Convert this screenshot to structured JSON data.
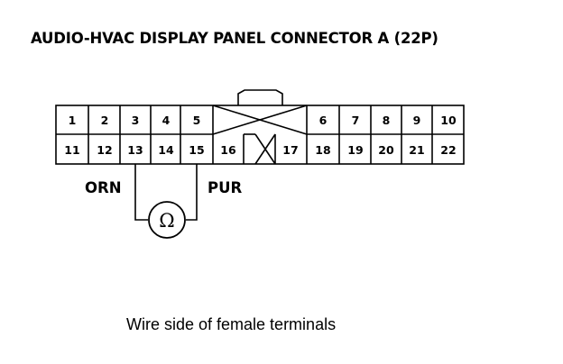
{
  "title": "AUDIO-HVAC DISPLAY PANEL CONNECTOR A (22P)",
  "connector": {
    "top_row": [
      "1",
      "2",
      "3",
      "4",
      "5",
      "6",
      "7",
      "8",
      "9",
      "10"
    ],
    "bottom_row": [
      "11",
      "12",
      "13",
      "14",
      "15",
      "16",
      "17",
      "18",
      "19",
      "20",
      "21",
      "22"
    ]
  },
  "wires": {
    "left_label": "ORN",
    "right_label": "PUR"
  },
  "meter": {
    "symbol": "Ω",
    "icon": "ohmmeter-icon"
  },
  "caption": "Wire side of female terminals"
}
